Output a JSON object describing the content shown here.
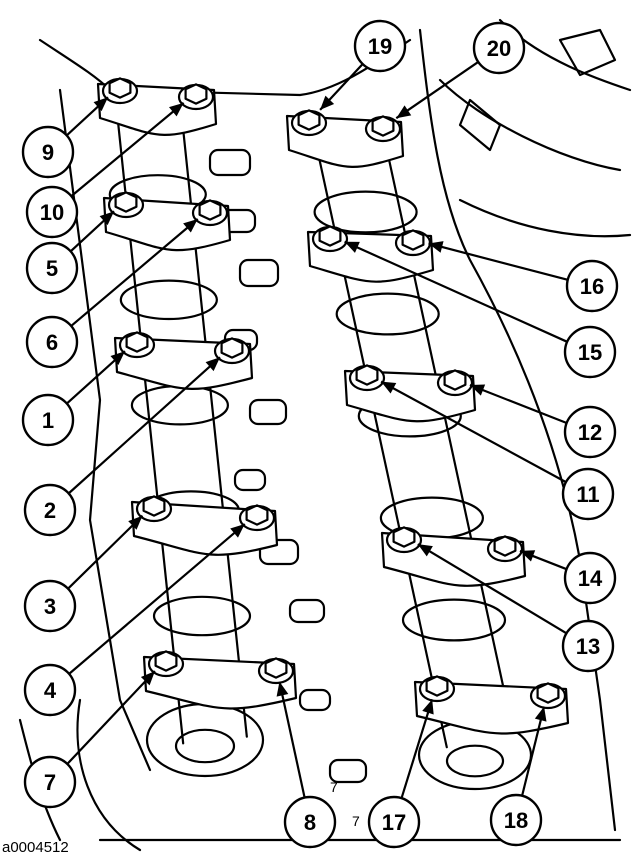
{
  "figure_id": "a0004512",
  "callouts": [
    "1",
    "2",
    "3",
    "4",
    "5",
    "6",
    "7",
    "8",
    "9",
    "10",
    "11",
    "12",
    "13",
    "14",
    "15",
    "16",
    "17",
    "18",
    "19",
    "20"
  ],
  "stray_marks": [
    "7",
    "7"
  ],
  "icons": {
    "bolt": "hex-bolt-icon",
    "camshaft": "camshaft-icon",
    "bearing_cap": "bearing-cap-icon"
  }
}
